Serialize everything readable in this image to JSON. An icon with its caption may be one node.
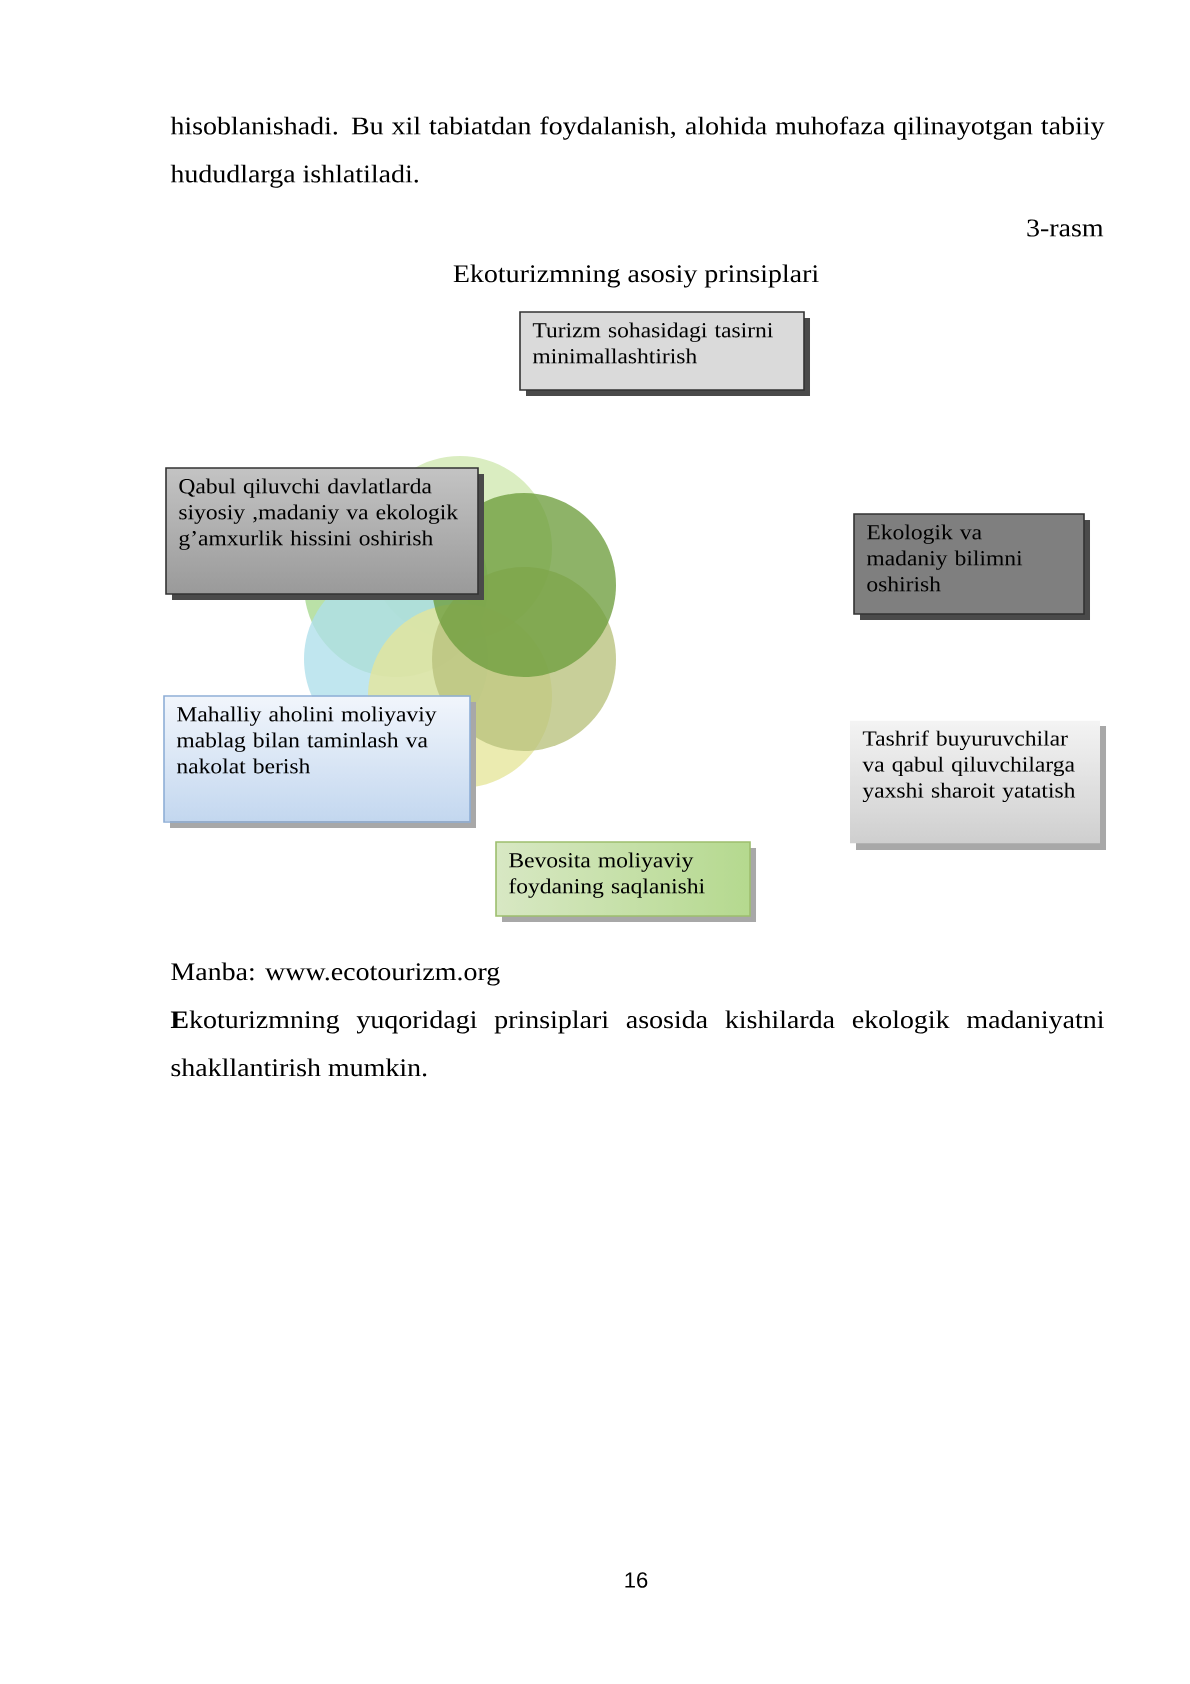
{
  "diagram": {
    "title": "Ekoturizmning asosiy prinsiplari",
    "nodes": [
      {
        "text": [
          "Turizm sohasidagi tasirni minimallashtirish"
        ]
      },
      {
        "text": [
          "Qabul qiluvchi davlatlarda siyosiy ,madaniy va ekologik g’amxurlik hissini oshirish"
        ]
      },
      {
        "text": [
          "Ekologik va madaniy bilimni oshirish"
        ]
      },
      {
        "text": [
          "Mahalliy aholini moliyaviy mablag bilan taminlash va nakolat berish"
        ]
      },
      {
        "text": [
          "Tashrif buyuruvchilar va qabul qiluvchilarga yaxshi sharoit yatatish"
        ]
      },
      {
        "text": [
          "Bevosita moliyaviy foydaning saqlanishi"
        ]
      }
    ],
    "labels": [
      "hisoblanishadi. Bu xil tabiatdan foydalanish, alohida muhofaza qilinayotgan tabiiy hududlarga ishlatiladi.",
      "3-rasm",
      "Manba: www.ecotourizm.org",
      "**E**koturizmning yuqoridagi prinsiplari asosida kishilarda ekologik madaniyatni shakllantirish mumkin.",
      "16"
    ]
  }
}
